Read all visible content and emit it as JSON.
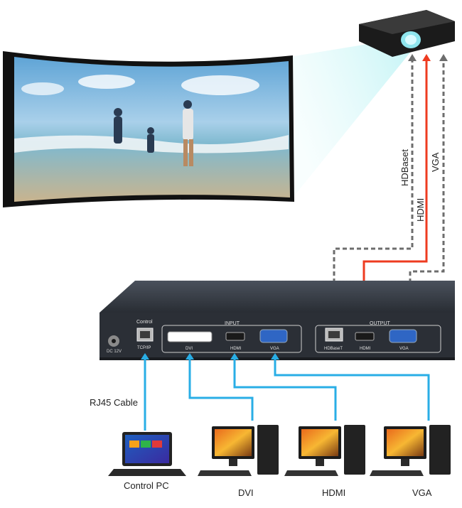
{
  "cable_labels": {
    "hdbaset": "HDBaset",
    "hdmi": "HDMI",
    "vga": "VGA",
    "rj45": "RJ45 Cable"
  },
  "device": {
    "power_label": "DC 12V",
    "control_group": "Control",
    "tcpip_port": "TCP/IP",
    "input_group": "INPUT",
    "input_ports": [
      "DVI",
      "HDMI",
      "VGA"
    ],
    "output_group": "OUTPUT",
    "output_ports": [
      "HDBaseT",
      "HDMI",
      "VGA"
    ]
  },
  "sources": {
    "control_pc": "Control PC",
    "computers": [
      "DVI",
      "HDMI",
      "VGA"
    ]
  },
  "colors": {
    "signal_line": "#29aee6",
    "hdmi_line": "#ee3b20",
    "dashed_line": "#6d6d6d",
    "device_body": "#2b2f36",
    "screen_frame": "#111111"
  }
}
